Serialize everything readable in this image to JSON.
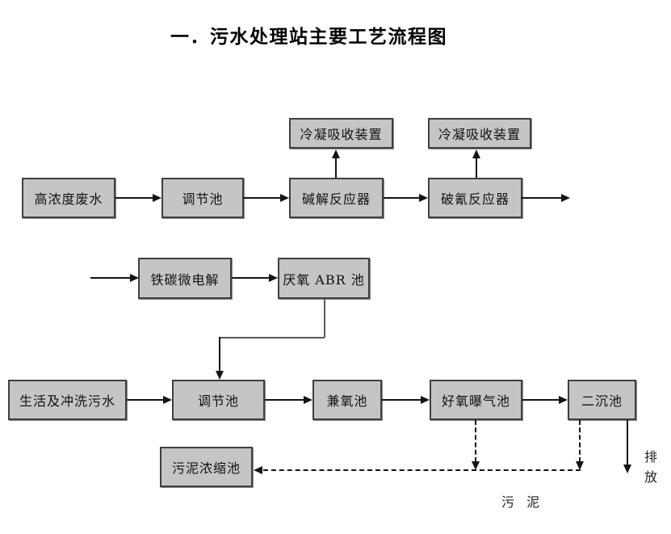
{
  "title": "一．污水处理站主要工艺流程图",
  "nodes": {
    "high_concentration_wastewater": "高浓度废水",
    "regulating_tank_top": "调节池",
    "alkaline_hydrolysis_reactor": "碱解反应器",
    "cyanide_destruction_reactor": "破氰反应器",
    "condensation_absorption_unit_1": "冷凝吸收装置",
    "condensation_absorption_unit_2": "冷凝吸收装置",
    "iron_carbon_micro_electrolysis": "铁碳微电解",
    "anaerobic_abr_tank": "厌氧 ABR 池",
    "domestic_and_flushing_sewage": "生活及冲洗污水",
    "regulating_tank_bottom": "调节池",
    "facultative_oxygen_tank": "兼氧池",
    "aerobic_aeration_tank": "好氧曝气池",
    "secondary_sedimentation_tank": "二沉池",
    "sludge_thickening_tank": "污泥浓缩池"
  },
  "labels": {
    "discharge": "排放",
    "sludge": "污 泥"
  },
  "edges": [
    {
      "from": "high_concentration_wastewater",
      "to": "regulating_tank_top",
      "style": "solid"
    },
    {
      "from": "regulating_tank_top",
      "to": "alkaline_hydrolysis_reactor",
      "style": "solid"
    },
    {
      "from": "alkaline_hydrolysis_reactor",
      "to": "condensation_absorption_unit_1",
      "style": "solid"
    },
    {
      "from": "alkaline_hydrolysis_reactor",
      "to": "cyanide_destruction_reactor",
      "style": "solid"
    },
    {
      "from": "cyanide_destruction_reactor",
      "to": "condensation_absorption_unit_2",
      "style": "solid"
    },
    {
      "from": "cyanide_destruction_reactor",
      "to": "outlet-right",
      "style": "solid"
    },
    {
      "from": "inlet-left",
      "to": "iron_carbon_micro_electrolysis",
      "style": "solid"
    },
    {
      "from": "iron_carbon_micro_electrolysis",
      "to": "anaerobic_abr_tank",
      "style": "solid"
    },
    {
      "from": "anaerobic_abr_tank",
      "to": "regulating_tank_bottom",
      "style": "solid-elbow"
    },
    {
      "from": "domestic_and_flushing_sewage",
      "to": "regulating_tank_bottom",
      "style": "solid"
    },
    {
      "from": "regulating_tank_bottom",
      "to": "facultative_oxygen_tank",
      "style": "solid"
    },
    {
      "from": "facultative_oxygen_tank",
      "to": "aerobic_aeration_tank",
      "style": "solid"
    },
    {
      "from": "aerobic_aeration_tank",
      "to": "secondary_sedimentation_tank",
      "style": "solid"
    },
    {
      "from": "aerobic_aeration_tank",
      "to": "sludge_thickening_tank",
      "style": "dashed"
    },
    {
      "from": "secondary_sedimentation_tank",
      "to": "sludge_thickening_tank",
      "style": "dashed"
    },
    {
      "from": "secondary_sedimentation_tank",
      "to": "discharge",
      "style": "solid"
    }
  ],
  "colors": {
    "box_fill": "#c5c5c5",
    "box_border": "#3f3f3f",
    "line": "#141414",
    "elbow_line": "#5a5a5a",
    "background": "#ffffff"
  }
}
